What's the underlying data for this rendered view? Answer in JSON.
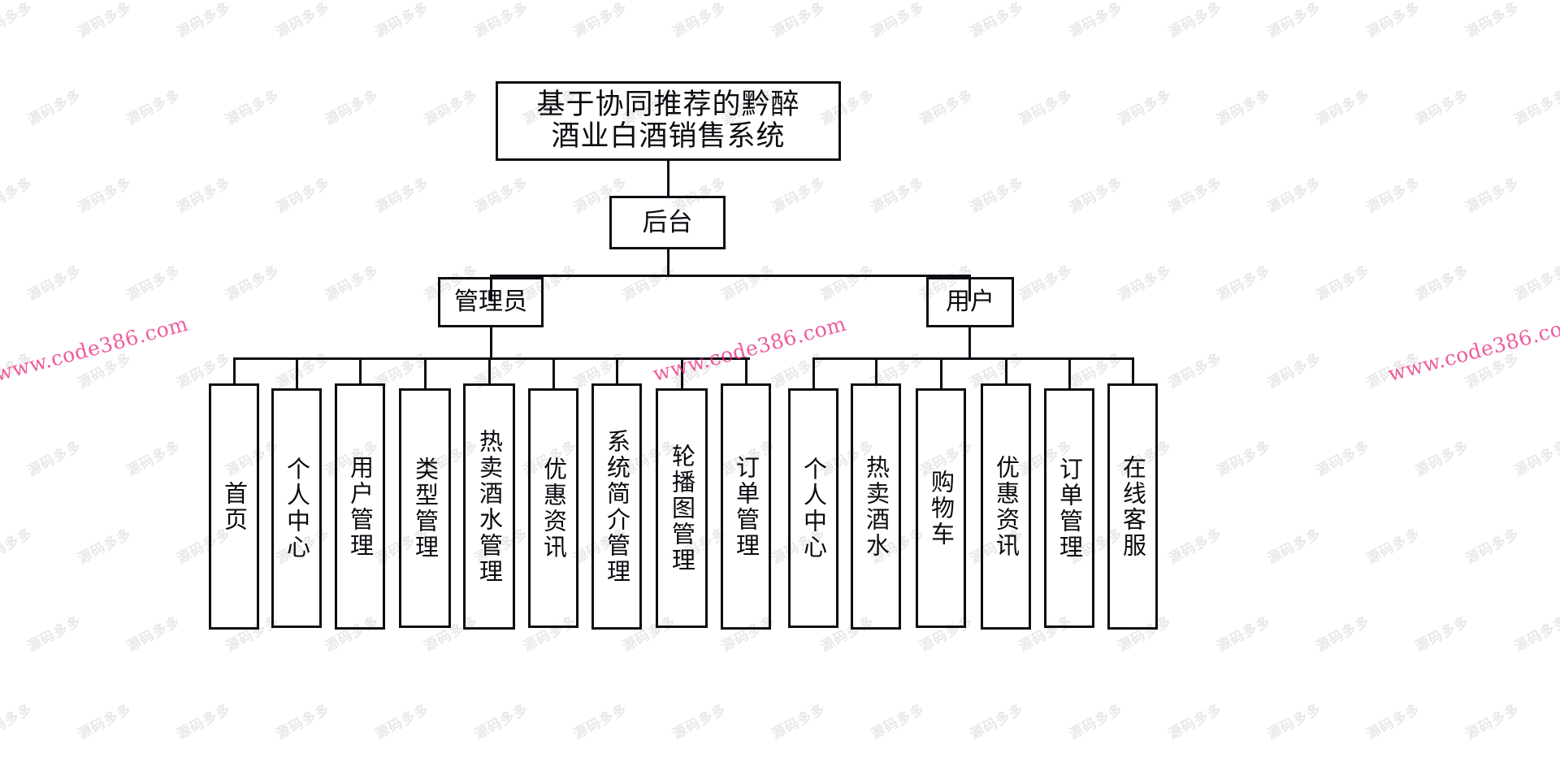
{
  "diagram": {
    "type": "tree",
    "title": "基于协同推荐的黔醉酒业白酒销售系统",
    "root": {
      "label": "基于协同推荐的黔醉酒业白酒销售系统",
      "line1": "基于协同推荐的黔醉",
      "line2": "酒业白酒销售系统"
    },
    "level2": {
      "label": "后台"
    },
    "level3": [
      {
        "label": "管理员"
      },
      {
        "label": "用户"
      }
    ],
    "admin_modules": [
      {
        "label": "首页"
      },
      {
        "label": "个人中心"
      },
      {
        "label": "用户管理"
      },
      {
        "label": "类型管理"
      },
      {
        "label": "热卖酒水管理"
      },
      {
        "label": "优惠资讯"
      },
      {
        "label": "系统简介管理"
      },
      {
        "label": "轮播图管理"
      },
      {
        "label": "订单管理"
      }
    ],
    "user_modules": [
      {
        "label": "个人中心"
      },
      {
        "label": "热卖酒水"
      },
      {
        "label": "购物车"
      },
      {
        "label": "优惠资讯"
      },
      {
        "label": "订单管理"
      },
      {
        "label": "在线客服"
      }
    ]
  },
  "watermarks": {
    "tile_text": "源码多多",
    "url_text": "www.code386.com"
  },
  "colors": {
    "stroke": "#0d0d14",
    "text": "#0a0a10",
    "background": "#ffffff",
    "watermark_url": "#e8267e"
  }
}
